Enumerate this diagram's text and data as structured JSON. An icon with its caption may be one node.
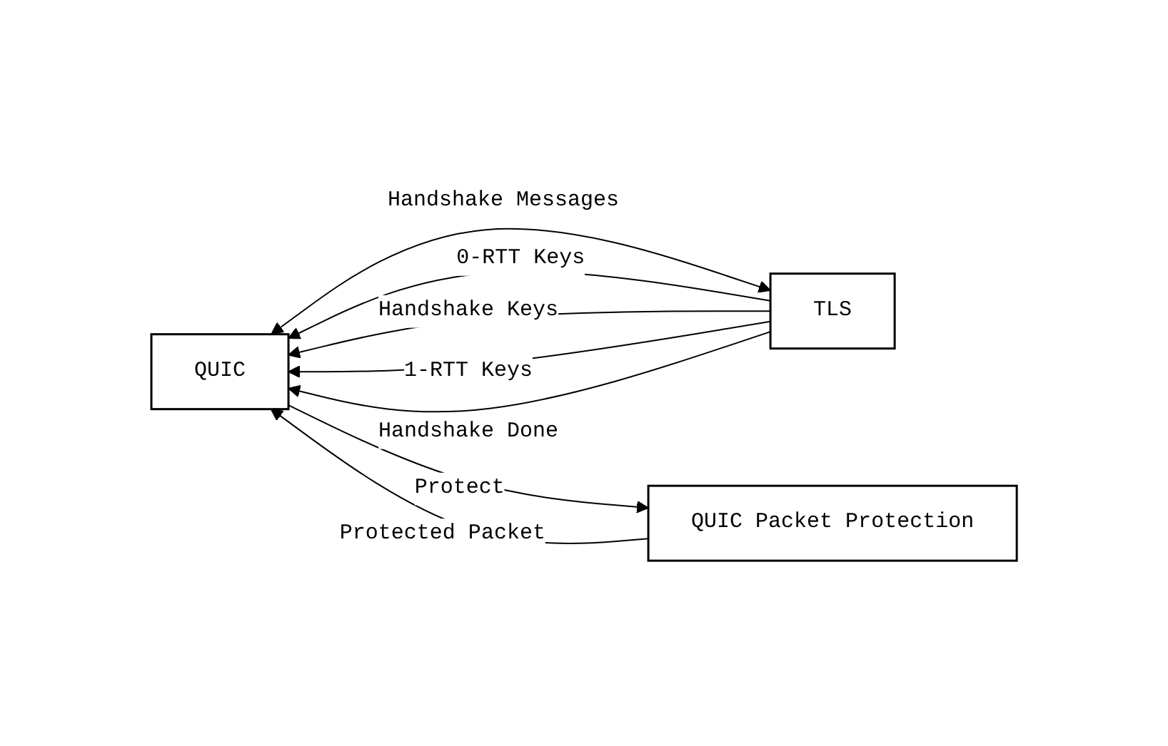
{
  "diagram": {
    "nodes": [
      {
        "text": [
          "QUIC"
        ]
      },
      {
        "text": [
          "TLS"
        ]
      },
      {
        "text": [
          "QUIC Packet Protection"
        ]
      }
    ],
    "edges": [
      {
        "from": 0,
        "to": 1,
        "arrow": "both",
        "label": "Handshake Messages"
      },
      {
        "from": 1,
        "to": 0,
        "arrow": "to",
        "label": "0-RTT Keys"
      },
      {
        "from": 1,
        "to": 0,
        "arrow": "to",
        "label": "Handshake Keys"
      },
      {
        "from": 1,
        "to": 0,
        "arrow": "to",
        "label": "1-RTT Keys"
      },
      {
        "from": 1,
        "to": 0,
        "arrow": "to",
        "label": "Handshake Done"
      },
      {
        "from": 0,
        "to": 2,
        "arrow": "to",
        "label": "Protect"
      },
      {
        "from": 2,
        "to": 0,
        "arrow": "to",
        "label": "Protected Packet"
      }
    ]
  }
}
